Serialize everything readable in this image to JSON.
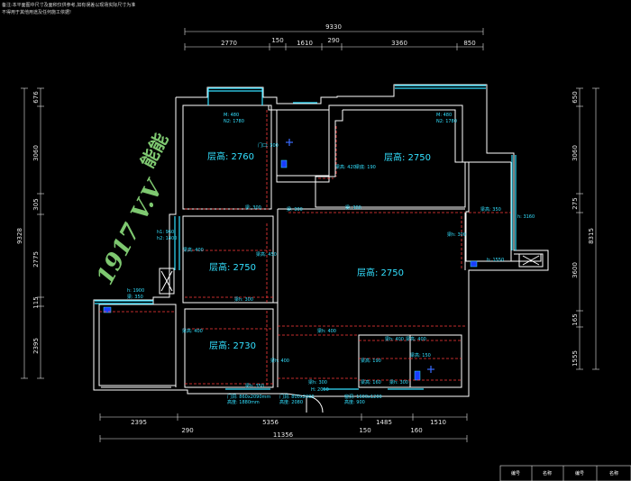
{
  "colors": {
    "background": "#000000",
    "wall": "#ffffff",
    "window": "#33e0ff",
    "axis": "#e6e6e6",
    "dash": "#ff3b3b",
    "label": "#33e0ff",
    "watermark": "#7ec870"
  },
  "note_lines": [
    "备注:本平面图中尺寸及面积仅供参考,如有误差以现场实际尺寸为准",
    "不得用于其他用途及任何施工依据!"
  ],
  "top_dims": {
    "overall": "9330",
    "segments": [
      "2770",
      "150",
      "1610",
      "290",
      "3360",
      "850"
    ]
  },
  "bottom_dims": {
    "upper": [
      "2395",
      "5356",
      "1485",
      "1510"
    ],
    "lower": [
      "290",
      "150",
      "160"
    ],
    "overall": "11356"
  },
  "left_dims": {
    "overall": "9328",
    "segments": [
      "676",
      "3060",
      "305",
      "2775",
      "115",
      "2395"
    ]
  },
  "right_dims": {
    "overall": "8315",
    "segments": [
      "650",
      "3060",
      "275",
      "3600",
      "165",
      "1555"
    ]
  },
  "rooms": [
    {
      "id": "room-top-left",
      "label": "层高: 2760"
    },
    {
      "id": "room-top-right",
      "label": "层高: 2750"
    },
    {
      "id": "room-mid-left",
      "label": "层高: 2750"
    },
    {
      "id": "room-center",
      "label": "层高: 2750"
    },
    {
      "id": "room-lower-left",
      "label": "层高: 2730"
    }
  ],
  "beam_labels": [
    "M: 480",
    "N2: 1780",
    "M: 480",
    "N2: 1780",
    "门口: 300",
    "梁高: 420",
    "梁底: 190",
    "梁: 300",
    "梁: 300",
    "梁: 300",
    "梁高: 350",
    "h: 3160",
    "h1: 960",
    "h2: 1400",
    "梁高: 400",
    "梁高: 450",
    "梁h: 300",
    "梁h: 300",
    "梁h: 400",
    "梁h: 400",
    "h: 1550",
    "h: 1900",
    "梁高: 400",
    "梁h: 400",
    "梁高: 400",
    "梁高: 190",
    "梁高: 150",
    "梁h: 300",
    "梁高: 160",
    "梁h: 300",
    "梁: 350",
    "梁h: 350",
    "H: 2050"
  ],
  "door_notes": [
    "门洞: 860x2090mm",
    "高度: 1880mm",
    "门洞: 800x2000",
    "高度: 2080",
    "窗洞: 1600x1200",
    "高度: 900"
  ],
  "watermark": {
    "main": "1917 V.V",
    "chars": "能能"
  },
  "table_headers": [
    "编号",
    "名称",
    "编号",
    "名称"
  ]
}
